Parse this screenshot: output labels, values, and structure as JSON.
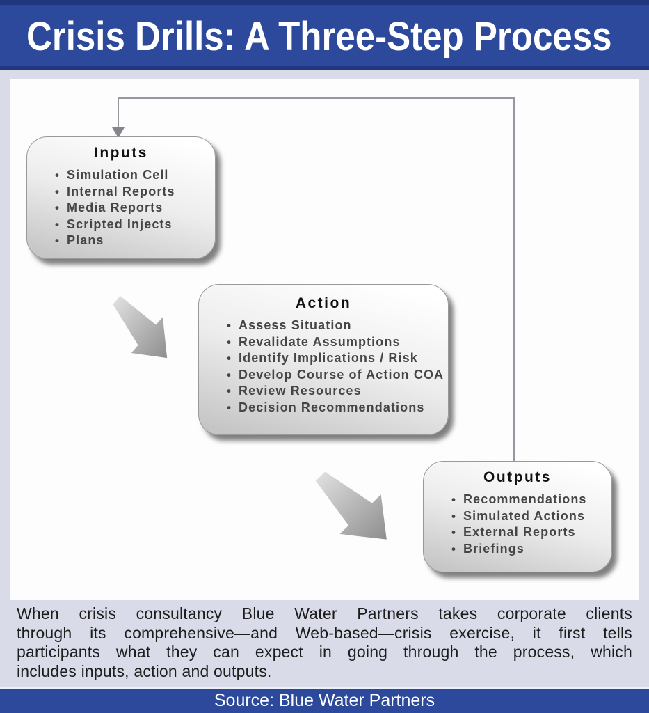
{
  "header": {
    "title": "Crisis Drills: A Three-Step Process"
  },
  "diagram": {
    "boxes": [
      {
        "id": "inputs",
        "title": "Inputs",
        "items": [
          "Simulation Cell",
          "Internal Reports",
          "Media Reports",
          "Scripted Injects",
          "Plans"
        ]
      },
      {
        "id": "action",
        "title": "Action",
        "items": [
          "Assess Situation",
          "Revalidate Assumptions",
          "Identify Implications / Risk",
          "Develop Course of Action COA",
          "Review Resources",
          "Decision Recommendations"
        ]
      },
      {
        "id": "outputs",
        "title": "Outputs",
        "items": [
          "Recommendations",
          "Simulated Actions",
          "External Reports",
          "Briefings"
        ]
      }
    ],
    "icons": {
      "flow_arrow": "diagonal-arrow-down-right",
      "feedback_arrowhead": "arrowhead-down"
    },
    "flow_order": [
      "Inputs",
      "Action",
      "Outputs"
    ]
  },
  "caption": {
    "lines": [
      "When crisis consultancy Blue Water Partners takes corporate clients",
      "through its comprehensive—and Web-based—crisis exercise, it first tells",
      "participants what they can expect in going through the process, which",
      "includes inputs, action and outputs."
    ]
  },
  "footer": {
    "source": "Source: Blue Water Partners"
  },
  "colors": {
    "page_bg": "#d9dbe9",
    "header_bg": "#2c499b",
    "header_dark": "#20367f",
    "panel_bg": "#fdfdfe",
    "connector": "#97979f",
    "box_border": "#999999",
    "title_text": "#111111",
    "bullet_text": "#454545",
    "caption_text": "#1d1d1d",
    "footer_bg": "#2c499b"
  }
}
